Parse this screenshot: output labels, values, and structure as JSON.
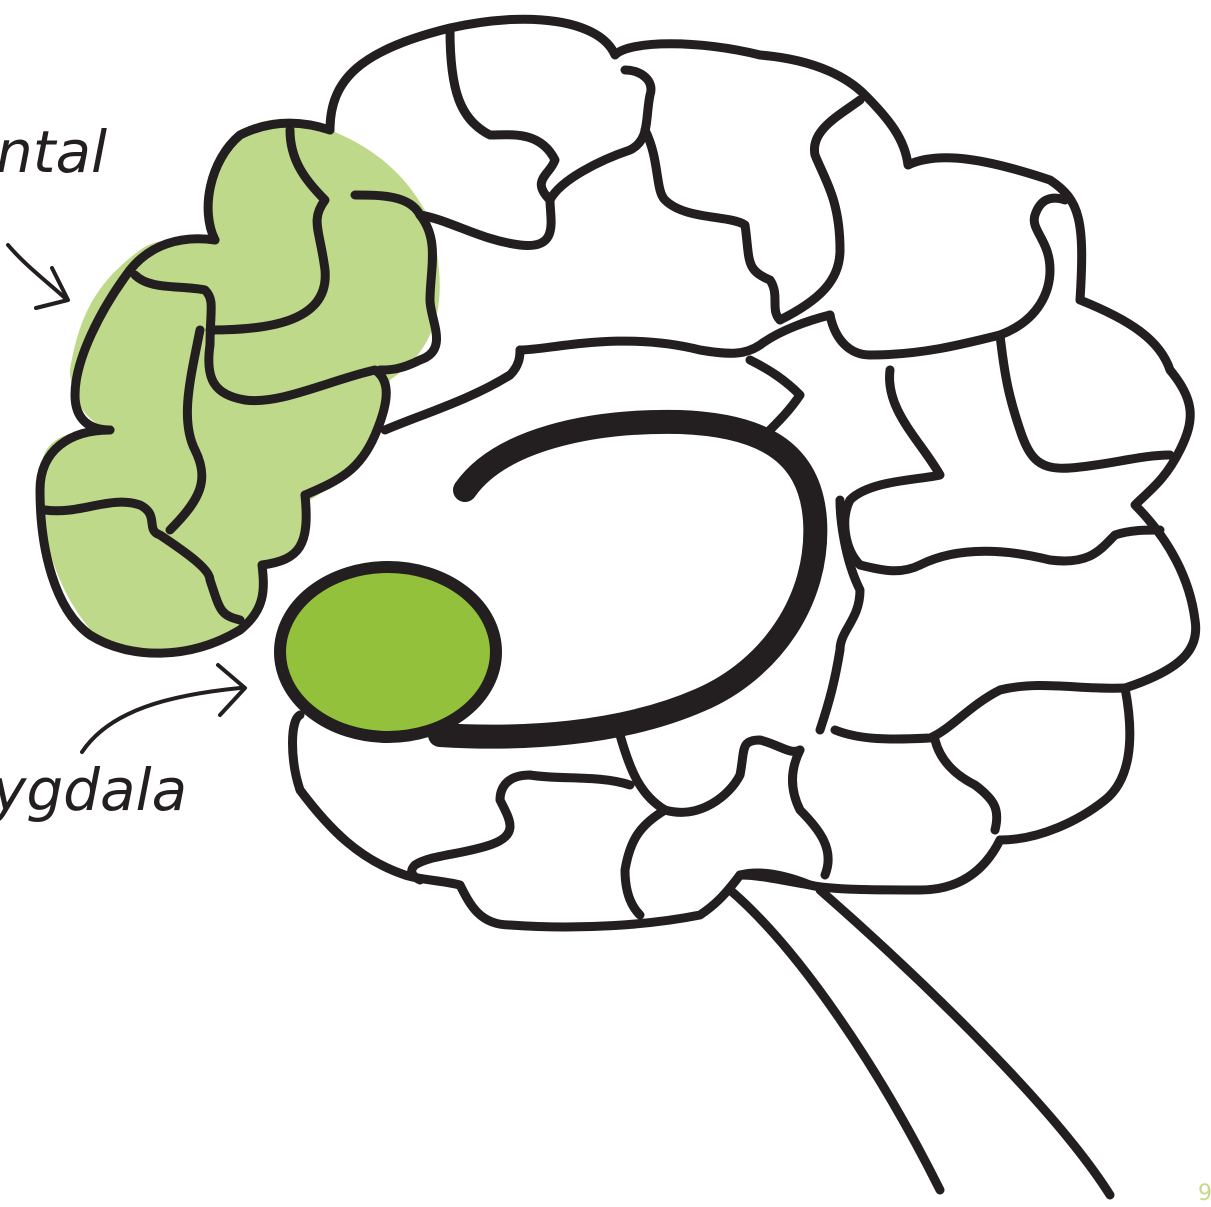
{
  "labels": {
    "prefrontal": "ntal",
    "amygdala": "ygdala",
    "page_number": "9"
  },
  "colors": {
    "prefrontal_fill": "#bfd98a",
    "amygdala_fill": "#93c13b",
    "outline": "#231f20",
    "page_number": "#c7d88a"
  }
}
